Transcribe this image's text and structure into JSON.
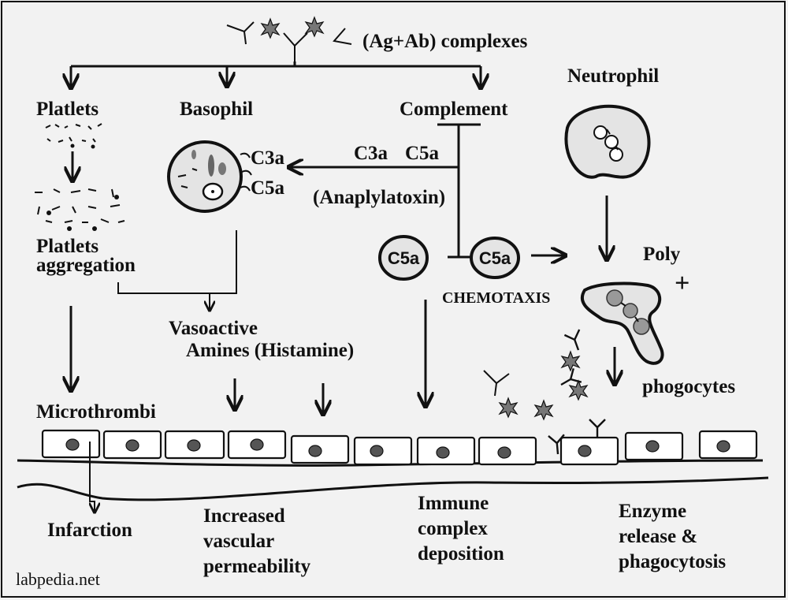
{
  "top_label": "(Ag+Ab) complexes",
  "branches": {
    "platelets": "Platlets",
    "basophil": "Basophil",
    "complement": "Complement",
    "neutrophil": "Neutrophil"
  },
  "basophil_tags": {
    "c3a": "C3a",
    "c5a": "C5a"
  },
  "complement_products": {
    "c3a": "C3a",
    "c5a": "C5a",
    "anaphylatoxin": "(Anaplylatoxin)"
  },
  "c5a_left": "C5a",
  "c5a_right": "C5a",
  "chemotaxis": "CHEMOTAXIS",
  "poly_label": "Poly",
  "plus_sign": "+",
  "phagocytes": "phogocytes",
  "aggregation": {
    "line1": "Platlets",
    "line2": "aggregation"
  },
  "vasoactive": {
    "line1": "Vasoactive",
    "line2": "Amines (Histamine)"
  },
  "microthrombi": "Microthrombi",
  "outcomes": {
    "infarction": "Infarction",
    "permeability": [
      "Increased",
      "vascular",
      "permeability"
    ],
    "deposition": [
      "Immune",
      "complex",
      "deposition"
    ],
    "enzyme": [
      "Enzyme",
      "release &",
      "phagocytosis"
    ]
  },
  "credit": "labpedia.net",
  "colors": {
    "background": "#f2f2f2",
    "ink": "#111111",
    "cell_fill": "#e4e4e4",
    "nucleus": "#555555"
  }
}
